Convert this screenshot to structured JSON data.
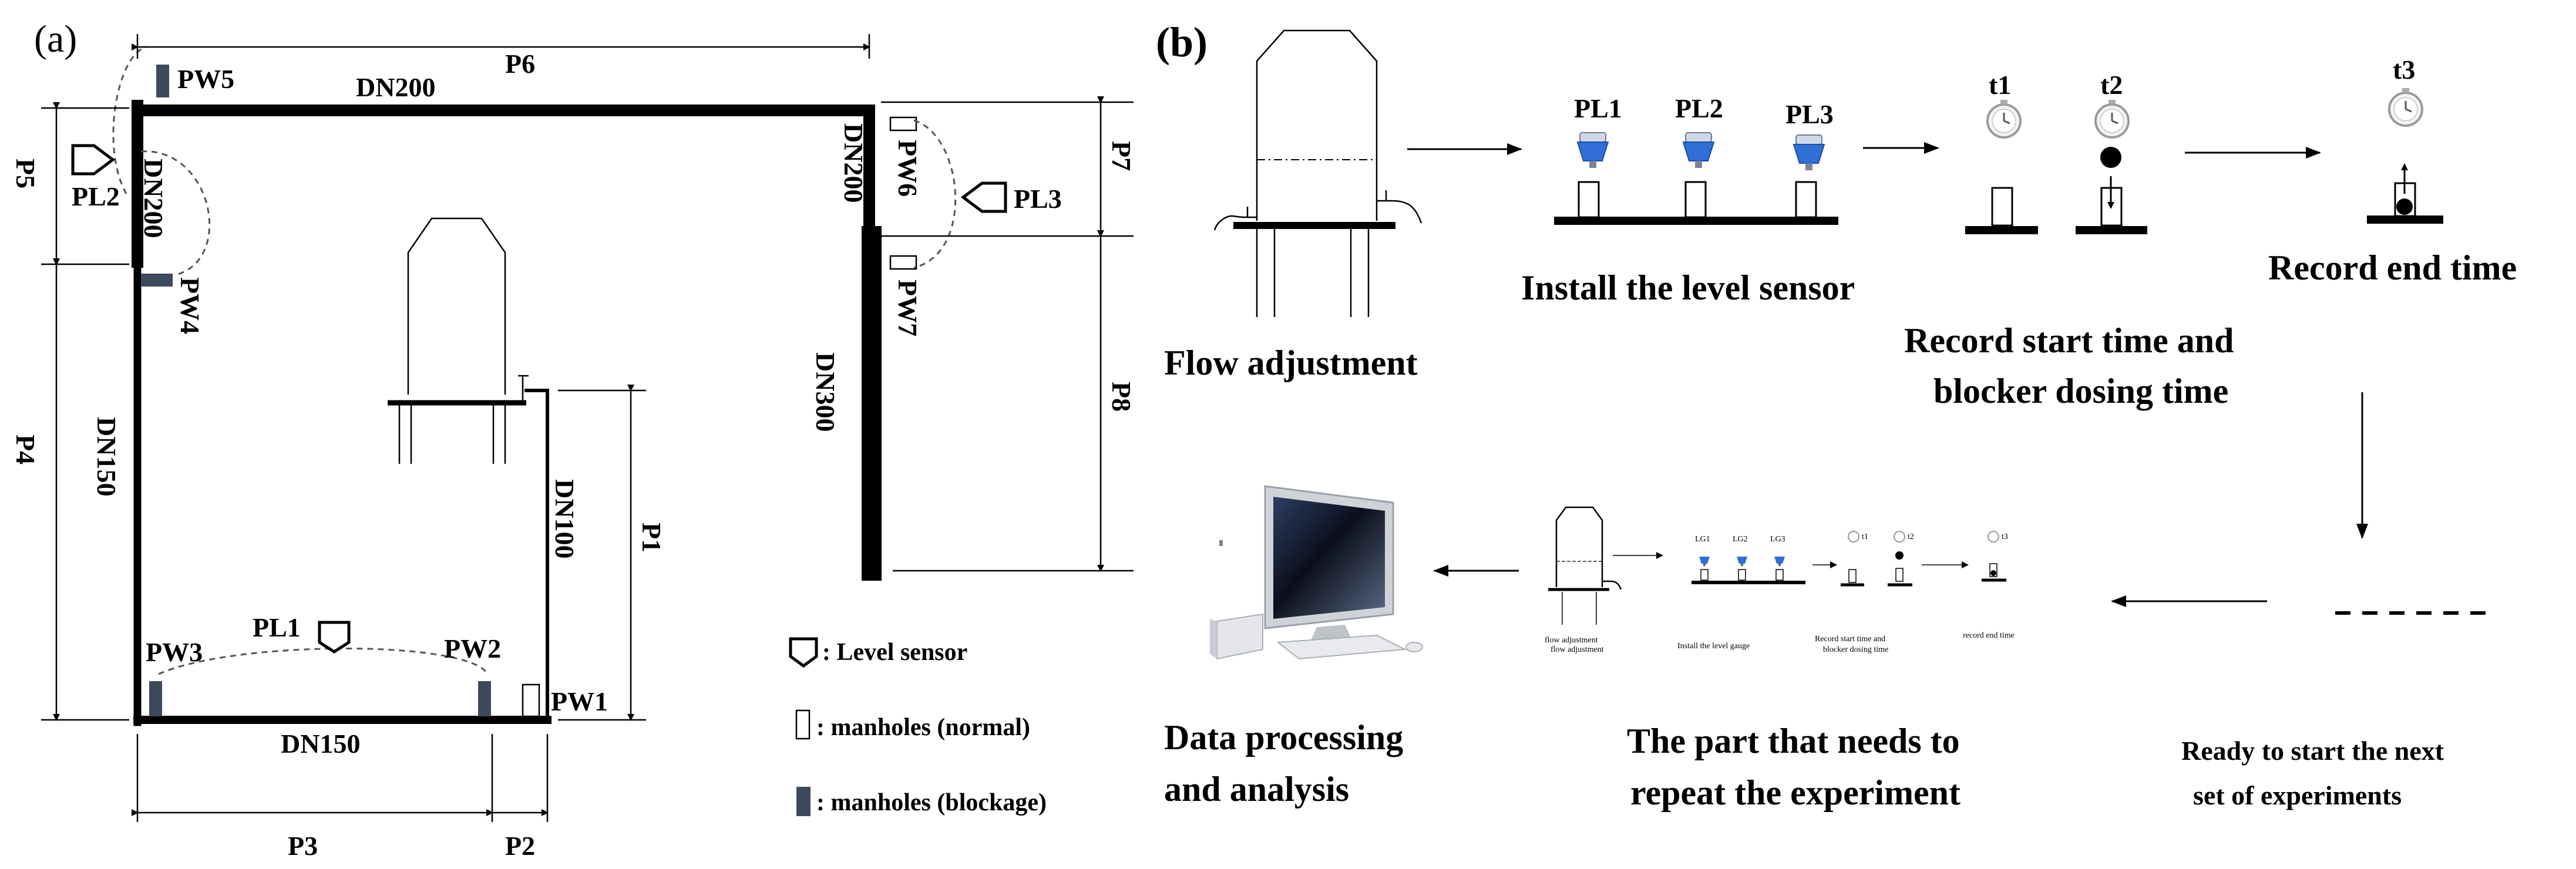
{
  "panel_a": {
    "label": "(a)",
    "pipes": {
      "top": "DN200",
      "right_upper": "DN200",
      "right_lower": "DN300",
      "left_upper": "DN200",
      "left_lower": "DN150",
      "bottom": "DN150",
      "inner_right": "DN100"
    },
    "dimensions": {
      "P1": "P1",
      "P2": "P2",
      "P3": "P3",
      "P4": "P4",
      "P5": "P5",
      "P6": "P6",
      "P7": "P7",
      "P8": "P8"
    },
    "manholes": {
      "PW1": "PW1",
      "PW2": "PW2",
      "PW3": "PW3",
      "PW4": "PW4",
      "PW5": "PW5",
      "PW6": "PW6",
      "PW7": "PW7"
    },
    "sensors": {
      "PL1": "PL1",
      "PL2": "PL2",
      "PL3": "PL3"
    },
    "legend": {
      "level_sensor": ": Level sensor",
      "manhole_normal": ": manholes (normal)",
      "manhole_blockage": ": manholes (blockage)"
    }
  },
  "panel_b": {
    "label": "(b)",
    "steps": {
      "flow_adjustment": "Flow adjustment",
      "install_sensor": "Install the level sensor",
      "record_start_1": "Record start time and",
      "record_start_2": "blocker dosing time",
      "record_end": "Record end time",
      "next_set_1": "Ready to start the next",
      "next_set_2": "set of experiments",
      "repeat_1": "The part that needs to",
      "repeat_2": "repeat the experiment",
      "data_1": "Data processing",
      "data_2": "and analysis"
    },
    "sensors": {
      "PL1": "PL1",
      "PL2": "PL2",
      "PL3": "PL3"
    },
    "times": {
      "t1": "t1",
      "t2": "t2",
      "t3": "t3"
    },
    "mini": {
      "flow_1": "flow adjustment",
      "flow_2": "flow adjustment",
      "install": "Install the level gauge",
      "start_1": "Record start time and",
      "start_2": "blocker dosing time",
      "end": "record end time",
      "lg1": "LG1",
      "lg2": "LG2",
      "lg3": "LG3",
      "t1": "t1",
      "t2": "t2",
      "t3": "t3"
    }
  },
  "colors": {
    "blockage_manhole": "#3d4a5c",
    "sensor_blue": "#2f6fd6",
    "pipe": "#000000"
  }
}
